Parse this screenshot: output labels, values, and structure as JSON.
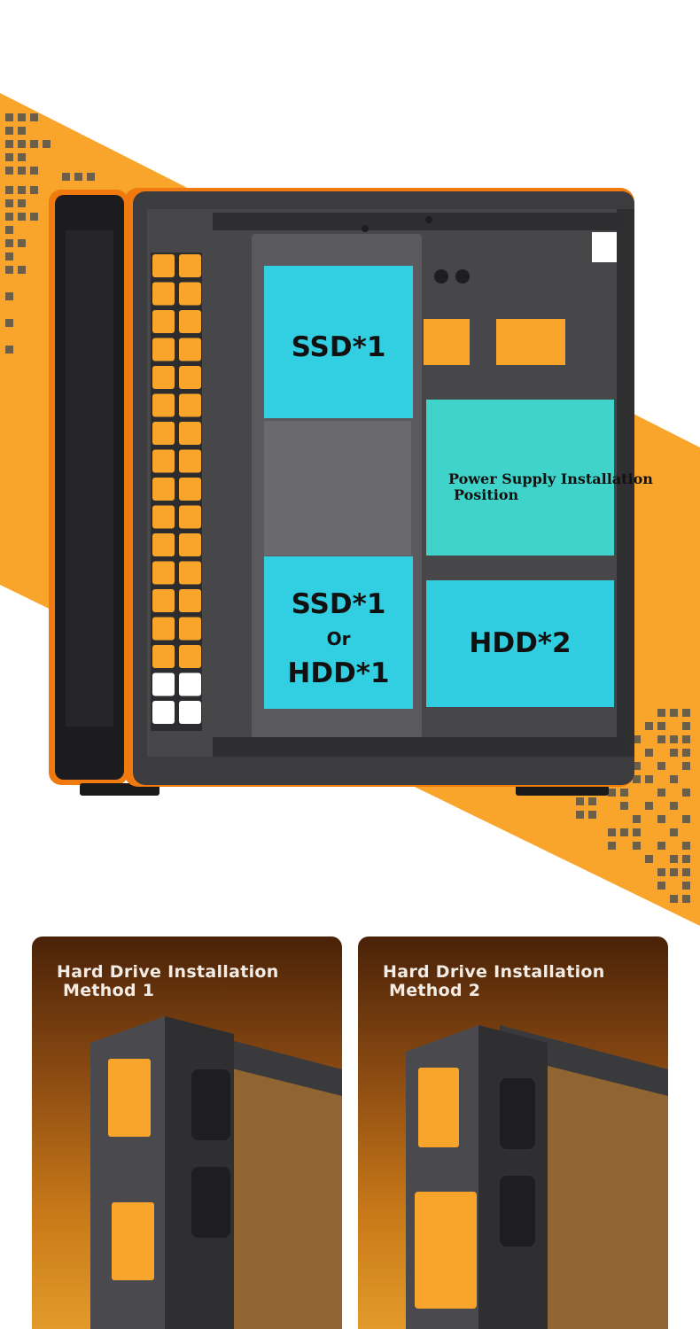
{
  "diagram": {
    "labels": {
      "ssd_top": "SSD*1",
      "ssd_bottom_line1": "SSD*1",
      "ssd_bottom_line2": "Or",
      "ssd_bottom_line3": "HDD*1",
      "psu_line1": "Power Supply Installation",
      "psu_line2": "Position",
      "hdd_right": "HDD*2"
    },
    "colors": {
      "accent_orange": "#f9a42a",
      "cyan_highlight": "#2fd6e8",
      "case_dark": "#3c3c3e"
    }
  },
  "methods": [
    {
      "title_line1": "Hard Drive Installation",
      "title_line2": "Method 1"
    },
    {
      "title_line1": "Hard Drive Installation",
      "title_line2": "Method 2"
    }
  ]
}
